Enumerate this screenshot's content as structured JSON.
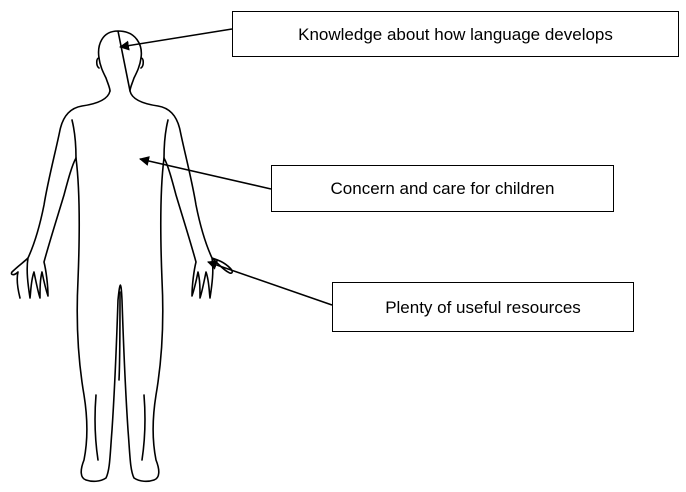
{
  "diagram": {
    "figure": "human-body-outline",
    "labels": {
      "knowledge": "Knowledge about how language develops",
      "concern": "Concern and care for children",
      "resources": "Plenty of useful resources"
    },
    "colors": {
      "stroke": "#000000",
      "background": "#ffffff"
    }
  }
}
